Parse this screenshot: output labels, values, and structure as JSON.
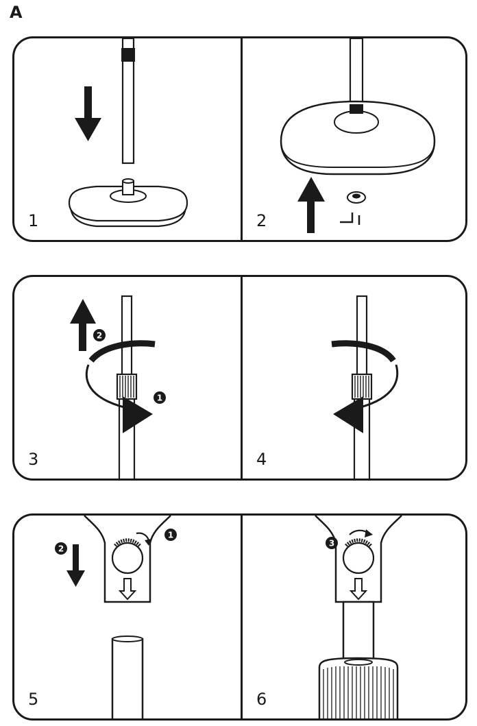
{
  "section_label": "A",
  "steps": [
    {
      "number": "1"
    },
    {
      "number": "2"
    },
    {
      "number": "3",
      "badges": [
        "2",
        "1"
      ]
    },
    {
      "number": "4"
    },
    {
      "number": "5",
      "badges": [
        "2",
        "1"
      ]
    },
    {
      "number": "6",
      "badges": [
        "3"
      ]
    }
  ]
}
